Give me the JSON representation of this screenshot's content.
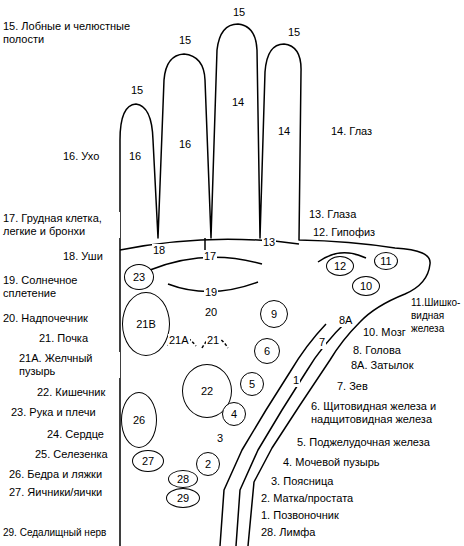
{
  "diagram": {
    "nodes": [
      {
        "text": [
          "12"
        ]
      },
      {
        "text": [
          "11"
        ]
      },
      {
        "text": [
          "23"
        ]
      },
      {
        "text": [
          "10"
        ]
      },
      {
        "text": [
          "9"
        ]
      },
      {
        "text": [
          "21В"
        ]
      },
      {
        "text": [
          "6"
        ]
      },
      {
        "text": [
          "22"
        ]
      },
      {
        "text": [
          "5"
        ]
      },
      {
        "text": [
          "26"
        ]
      },
      {
        "text": [
          "4"
        ]
      },
      {
        "text": [
          "27"
        ]
      },
      {
        "text": [
          "2"
        ]
      },
      {
        "text": [
          "28"
        ]
      },
      {
        "text": [
          "29"
        ]
      }
    ],
    "labels": [
      "15. Лобные и челюстные полости",
      "15",
      "15",
      "15",
      "15",
      "16",
      "16",
      "14",
      "14",
      "16. Ухо",
      "14. Глаз",
      "17. Грудная клетка, легкие и бронхи",
      "18",
      "17",
      "13",
      "13. Глаза",
      "12. Гипофиз",
      "18. Уши",
      "11.Шишко- видная железа",
      "19. Солнечное сплетение",
      "19",
      "20",
      "20. Надпочечник",
      "21А",
      "21",
      "21. Почка",
      "10. Мозг",
      "7",
      "8А",
      "8. Голова",
      "8А. Затылок",
      "21А. Желчный пузырь",
      "1",
      "7. Зев",
      "22. Кишечник",
      "6. Щитовидная железа и надщитовидная железа",
      "23. Рука и плечи",
      "3",
      "24. Сердце",
      "5. Поджелудочная железа",
      "25. Селезенка",
      "4. Мочевой пузырь",
      "26. Бедра и ляжки",
      "3. Поясница",
      "27. Яичники/яички",
      "2. Матка/простата",
      "1. Позвоночник",
      "29. Седалищный нерв",
      "28. Лимфа"
    ]
  }
}
